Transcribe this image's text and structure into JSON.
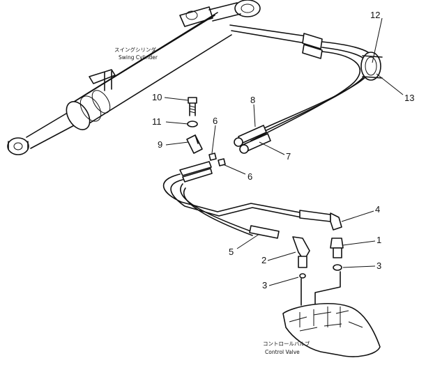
{
  "parts": {
    "swing_cylinder_jp": "スイングシリンダ",
    "swing_cylinder_en": "Swing Cylinder",
    "control_valve_jp": "コントロールバルブ",
    "control_valve_en": "Control Valve"
  },
  "callouts": {
    "c1": "1",
    "c2": "2",
    "c3a": "3",
    "c3b": "3",
    "c4": "4",
    "c5": "5",
    "c6a": "6",
    "c6b": "6",
    "c7": "7",
    "c8": "8",
    "c9": "9",
    "c10": "10",
    "c11": "11",
    "c12": "12",
    "c13": "13"
  }
}
